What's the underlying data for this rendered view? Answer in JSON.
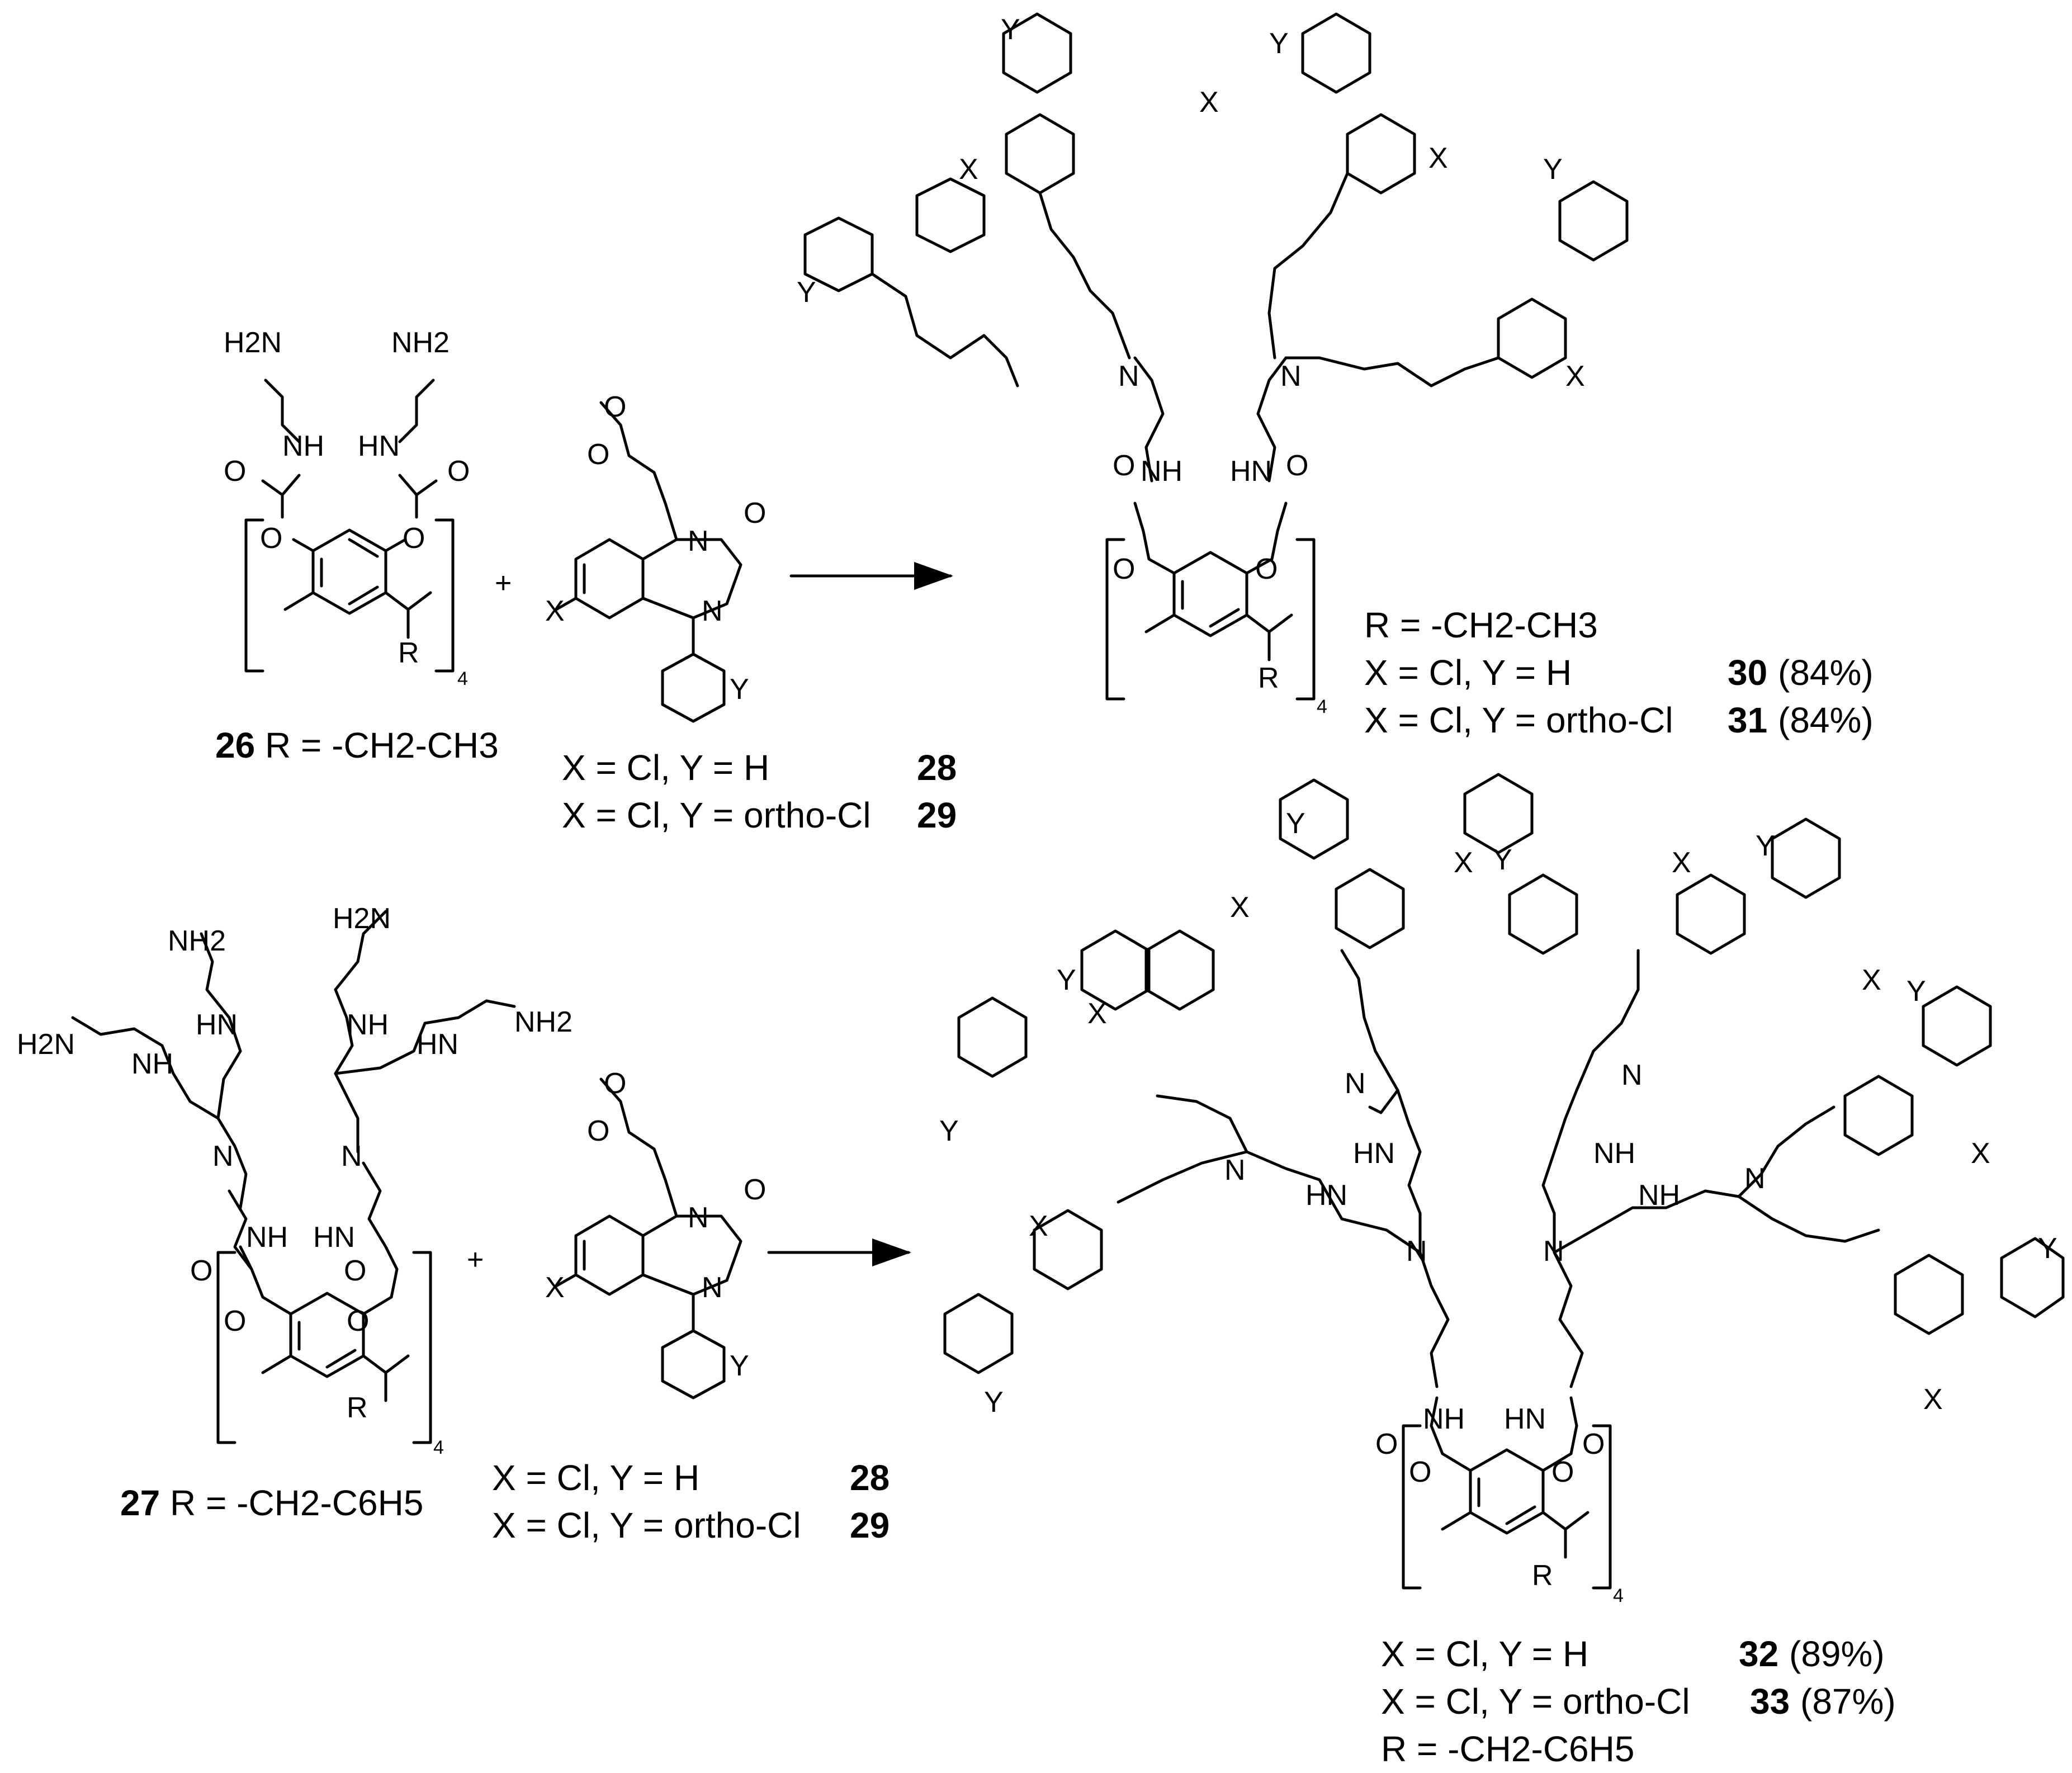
{
  "atoms": {
    "H2N": "H2N",
    "NH2": "NH2",
    "NH": "NH",
    "HN": "HN",
    "O": "O",
    "N": "N",
    "R": "R",
    "X": "X",
    "Y": "Y",
    "sub4": "4",
    "plus": "+"
  },
  "compound_26": {
    "number": "26",
    "definition": "R = -CH2-CH3"
  },
  "compound_27": {
    "number": "27",
    "definition": "R = -CH2-C6H5"
  },
  "reagent_top": {
    "line1": "X = Cl, Y = H",
    "num1": "28",
    "line2": "X = Cl, Y = ortho-Cl",
    "num2": "29"
  },
  "reagent_bottom": {
    "line1": "X = Cl, Y = H",
    "num1": "28",
    "line2": "X = Cl, Y = ortho-Cl",
    "num2": "29"
  },
  "product_top": {
    "rdef": "R = -CH2-CH3",
    "line1": "X = Cl, Y = H",
    "num1": "30",
    "yield1": "(84%)",
    "line2": "X = Cl, Y = ortho-Cl",
    "num2": "31",
    "yield2": "(84%)"
  },
  "product_bottom": {
    "line1": "X = Cl, Y = H",
    "num1": "32",
    "yield1": "(89%)",
    "line2": "X = Cl, Y = ortho-Cl",
    "num2": "33",
    "yield2": "(87%)",
    "rdef": "R = -CH2-C6H5"
  }
}
